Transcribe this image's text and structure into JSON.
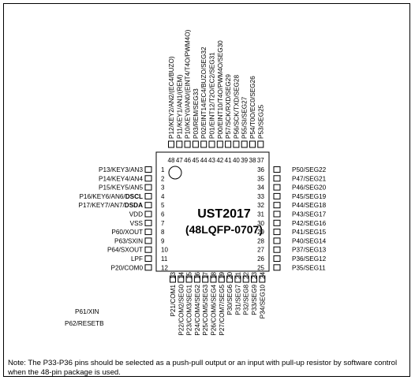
{
  "chip": {
    "name": "UST2017",
    "package": "(48LQFP-0707)"
  },
  "pins": {
    "left": [
      {
        "n": "1",
        "label": "P13/KEY3/AN3"
      },
      {
        "n": "2",
        "label": "P14/KEY4/AN4"
      },
      {
        "n": "3",
        "label": "P15/KEY5/AN5"
      },
      {
        "n": "4",
        "label": "P16/KEY6/AN6/",
        "bold": "DSCL"
      },
      {
        "n": "5",
        "label": "P17/KEY7/AN7/",
        "bold": "DSDA"
      },
      {
        "n": "6",
        "label": "VDD"
      },
      {
        "n": "7",
        "label": "VSS"
      },
      {
        "n": "8",
        "label": "P60/XOUT"
      },
      {
        "n": "9",
        "label": "P63/SXIN"
      },
      {
        "n": "10",
        "label": "P64/SXOUT"
      },
      {
        "n": "11",
        "label": "LPF"
      },
      {
        "n": "12",
        "label": "P20/COM0"
      }
    ],
    "right": [
      {
        "n": "36",
        "label": "P50/SEG22"
      },
      {
        "n": "35",
        "label": "P47/SEG21"
      },
      {
        "n": "34",
        "label": "P46/SEG20"
      },
      {
        "n": "33",
        "label": "P45/SEG19"
      },
      {
        "n": "32",
        "label": "P44/SEG18"
      },
      {
        "n": "31",
        "label": "P43/SEG17"
      },
      {
        "n": "30",
        "label": "P42/SEG16"
      },
      {
        "n": "29",
        "label": "P41/SEG15"
      },
      {
        "n": "28",
        "label": "P40/SEG14"
      },
      {
        "n": "27",
        "label": "P37/SEG13"
      },
      {
        "n": "26",
        "label": "P36/SEG12"
      },
      {
        "n": "25",
        "label": "P35/SEG11"
      }
    ],
    "top": [
      {
        "n": "48",
        "label": "P12/KEY2/AN2/(EC4/BUZO)"
      },
      {
        "n": "47",
        "label": "P11/KEY1/AN1/(REM)"
      },
      {
        "n": "46",
        "label": "P10/KEY0/AN0/(EINT4/T4O/PWM4O)"
      },
      {
        "n": "45",
        "label": "P03/REM/SEG33"
      },
      {
        "n": "44",
        "label": "P02/EINT14/EC4/BUZO/SEG32"
      },
      {
        "n": "43",
        "label": "P01/EINT12/T2O/EC2/SEG31"
      },
      {
        "n": "42",
        "label": "P00/EINT10/T4O/PWM4O/SEG30"
      },
      {
        "n": "41",
        "label": "P57/SCK/RXD/SEG29"
      },
      {
        "n": "40",
        "label": "P56/SCK/TXD/SEG28"
      },
      {
        "n": "39",
        "label": "P55/SI/SEG27"
      },
      {
        "n": "38",
        "label": "P54/T0O/EC0/SEG26"
      },
      {
        "n": "37",
        "label": "P53/SEG25"
      }
    ],
    "bottom": [
      {
        "n": "13",
        "label": "P21/COM1"
      },
      {
        "n": "14",
        "label": "P22/COM2/SEG0"
      },
      {
        "n": "15",
        "label": "P23/COM3/SEG1"
      },
      {
        "n": "16",
        "label": "P24/COM4/SEG2"
      },
      {
        "n": "17",
        "label": "P25/COM5/SEG3"
      },
      {
        "n": "18",
        "label": "P26/COM6/SEG4"
      },
      {
        "n": "19",
        "label": "P27/COM7/SEG5"
      },
      {
        "n": "20",
        "label": "P30/SEG6"
      },
      {
        "n": "21",
        "label": "P31/SEG7"
      },
      {
        "n": "22",
        "label": "P32/SEG8"
      },
      {
        "n": "23",
        "label": "P33/SEG9"
      },
      {
        "n": "24",
        "label": "P34/SEG10"
      }
    ]
  },
  "extra_labels": [
    "P61/XIN",
    "P62/RESETB"
  ],
  "note": "Note: The P33-P36 pins should be selected as a push-pull output or an input with pull-up resistor by software control when the 48-pin package is used."
}
